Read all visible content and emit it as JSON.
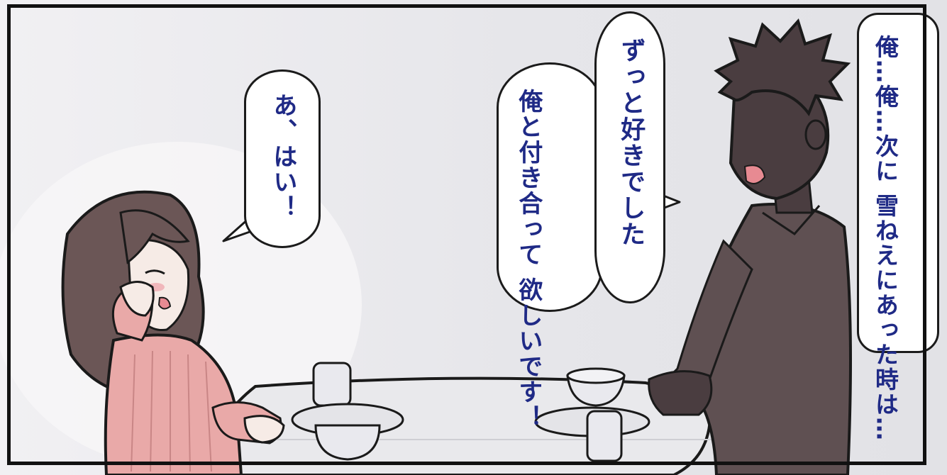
{
  "dialogue": {
    "woman": {
      "line1": "あ、はい！"
    },
    "man_left_bubble": {
      "col1": "俺と付き合って",
      "col2": "欲しいです！"
    },
    "man_center_bubble": {
      "col1": "ずっと好きでした"
    },
    "man_right_bubble": {
      "col1": "俺…俺…次に",
      "col2": "雪ねえにあった時は…"
    }
  },
  "colors": {
    "text": "#1f2a86",
    "sweater": "#e9a9a8",
    "hair": "#6b5656",
    "man_skin": "#4a3d40",
    "man_shirt": "#5f5052"
  }
}
